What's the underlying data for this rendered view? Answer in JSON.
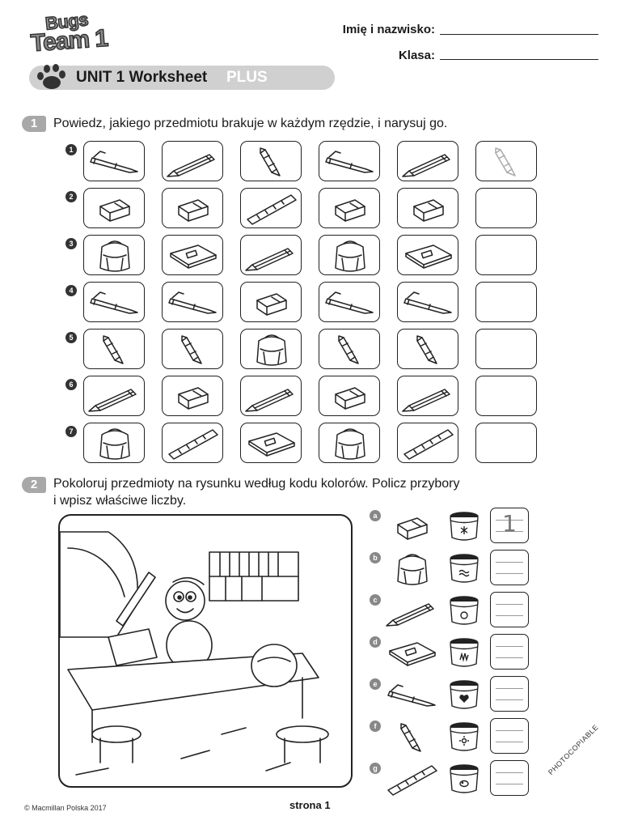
{
  "logo": {
    "line1": "Bugs",
    "line2": "Team 1"
  },
  "header": {
    "name_label": "Imię i nazwisko:",
    "class_label": "Klasa:"
  },
  "banner": {
    "title": "UNIT 1 Worksheet",
    "plus": "PLUS"
  },
  "exercise1": {
    "number": "1",
    "instruction": "Powiedz, jakiego przedmiotu brakuje w każdym rzędzie, i narysuj go.",
    "rows": [
      {
        "number": "1",
        "items": [
          "pen",
          "pencil",
          "crayon",
          "pen",
          "pencil",
          "crayon"
        ]
      },
      {
        "number": "2",
        "items": [
          "rubber",
          "rubber",
          "ruler",
          "rubber",
          "rubber",
          "empty"
        ]
      },
      {
        "number": "3",
        "items": [
          "schoolbag",
          "book",
          "pencil",
          "schoolbag",
          "book",
          "empty"
        ]
      },
      {
        "number": "4",
        "items": [
          "pen",
          "pen",
          "rubber",
          "pen",
          "pen",
          "empty"
        ]
      },
      {
        "number": "5",
        "items": [
          "crayon",
          "crayon",
          "schoolbag",
          "crayon",
          "crayon",
          "empty"
        ]
      },
      {
        "number": "6",
        "items": [
          "pencil",
          "rubber",
          "pencil",
          "rubber",
          "pencil",
          "empty"
        ]
      },
      {
        "number": "7",
        "items": [
          "schoolbag",
          "ruler",
          "book",
          "schoolbag",
          "ruler",
          "empty"
        ]
      }
    ]
  },
  "exercise2": {
    "number": "2",
    "instruction_line1": "Pokoloruj przedmioty na rysunku według kodu kolorów. Policz przybory",
    "instruction_line2": "i wpisz właściwe liczby.",
    "legend": [
      {
        "letter": "a",
        "item": "rubber",
        "paint_symbol": "snowflake",
        "answer": "1"
      },
      {
        "letter": "b",
        "item": "schoolbag",
        "paint_symbol": "waves",
        "answer": ""
      },
      {
        "letter": "c",
        "item": "pencil",
        "paint_symbol": "ball",
        "answer": ""
      },
      {
        "letter": "d",
        "item": "book",
        "paint_symbol": "grass",
        "answer": ""
      },
      {
        "letter": "e",
        "item": "pen",
        "paint_symbol": "heart",
        "answer": ""
      },
      {
        "letter": "f",
        "item": "crayon",
        "paint_symbol": "sun",
        "answer": ""
      },
      {
        "letter": "g",
        "item": "ruler",
        "paint_symbol": "pig",
        "answer": ""
      }
    ]
  },
  "footer": {
    "copyright": "© Macmillan Polska 2017",
    "page": "strona 1",
    "photocopiable": "PHOTOCOPIABLE"
  }
}
